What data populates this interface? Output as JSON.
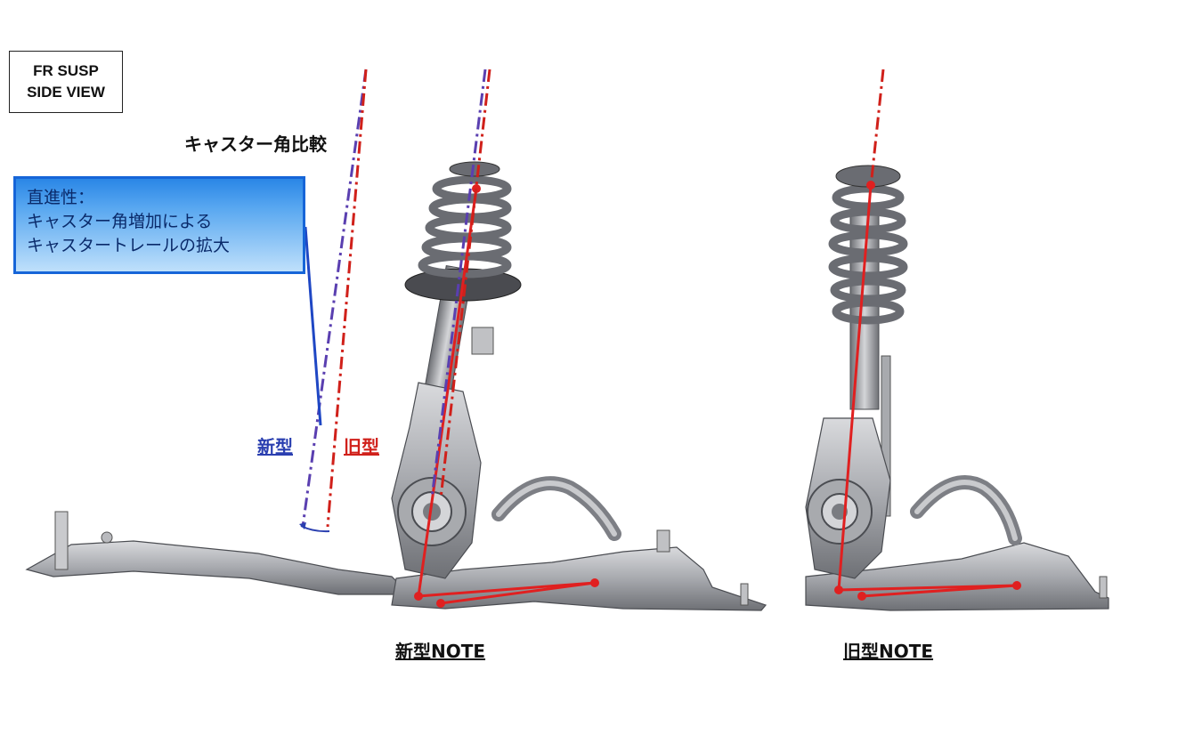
{
  "view_label": {
    "line1": "FR SUSP",
    "line2": "SIDE VIEW"
  },
  "title": "キャスター角比較",
  "callout": {
    "line1": "直進性：",
    "line2": "キャスター角増加による",
    "line3": "キャスタートレールの拡大"
  },
  "legend": {
    "new": "新型",
    "old": "旧型"
  },
  "captions": {
    "new_model": "新型NOTE",
    "old_model": "旧型NOTE"
  },
  "colors": {
    "new_axis": "#5a3fb0",
    "old_axis": "#d0201a",
    "callout_border": "#1665d8",
    "part_metal": "#9a9ca2"
  }
}
